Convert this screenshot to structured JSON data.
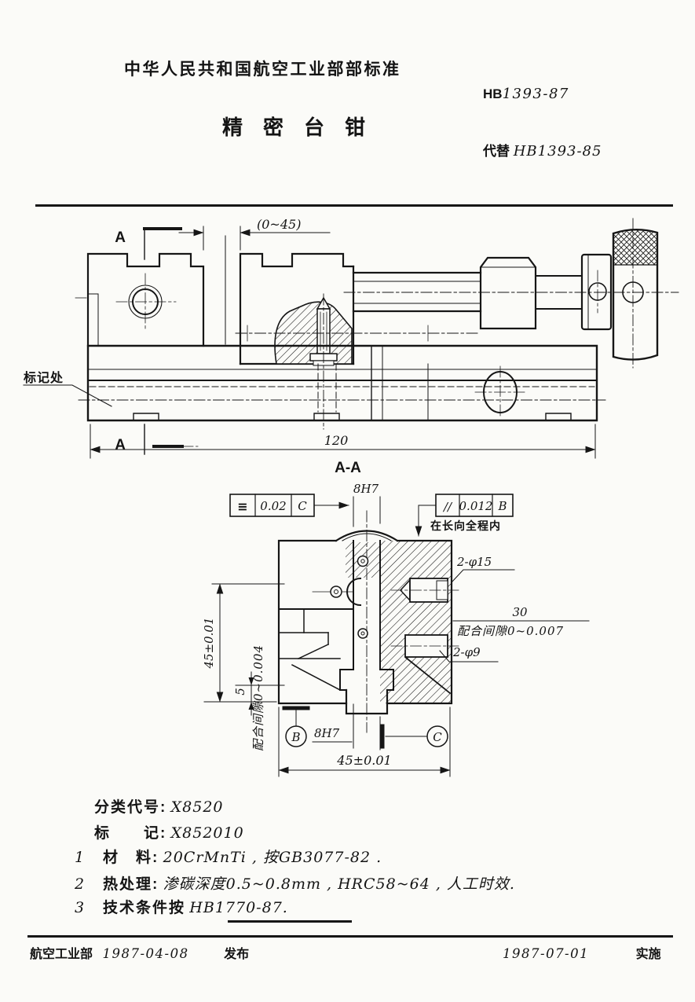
{
  "header": {
    "org_standard": "中华人民共和国航空工业部部标准",
    "code_prefix": "HB",
    "code_number": "1393-87",
    "title": "精密台钳",
    "replaces_label": "代替",
    "replaces_code": "HB1393-85"
  },
  "main_view": {
    "section_arrow_top": "A",
    "section_arrow_bottom": "A",
    "dim_jaw_opening": "(0~45)",
    "marking_callout": "标记处",
    "dim_overall_length": "120",
    "view_label": "A-A"
  },
  "section_view": {
    "sym_frame": {
      "symbol": "≡",
      "tolerance": "0.02",
      "datum": "C"
    },
    "par_frame": {
      "symbol": "//",
      "tolerance": "0.012",
      "datum": "B"
    },
    "par_note": "在长向全程内",
    "dim_slot_top": "8H7",
    "dim_holes_upper": "2-φ15",
    "dim_hole_span": "30",
    "fit_note_right": "配合间隙0~0.007",
    "dim_holes_lower": "2-φ9",
    "dim_height": "45±0.01",
    "dim_step": "5",
    "fit_note_left": "配合间隙0~0.004",
    "datum_b": "B",
    "dim_slot_bottom": "8H7",
    "datum_c": "C",
    "dim_width": "45±0.01"
  },
  "notes": {
    "class_label": "分类代号:",
    "class_value": "X8520",
    "mark_label": "标　　记:",
    "mark_value": "X852010",
    "items": [
      {
        "num": "1",
        "label": "材　料:",
        "value": "20CrMnTi , 按GB3077-82 ."
      },
      {
        "num": "2",
        "label": "热处理:",
        "value": "渗碳深度0.5~0.8mm , HRC58~64 , 人工时效."
      },
      {
        "num": "3",
        "label": "技术条件按",
        "value": "HB1770-87."
      }
    ]
  },
  "footer": {
    "issuer": "航空工业部",
    "issue_date": "1987-04-08",
    "issue_action": "发布",
    "impl_date": "1987-07-01",
    "impl_action": "实施"
  }
}
